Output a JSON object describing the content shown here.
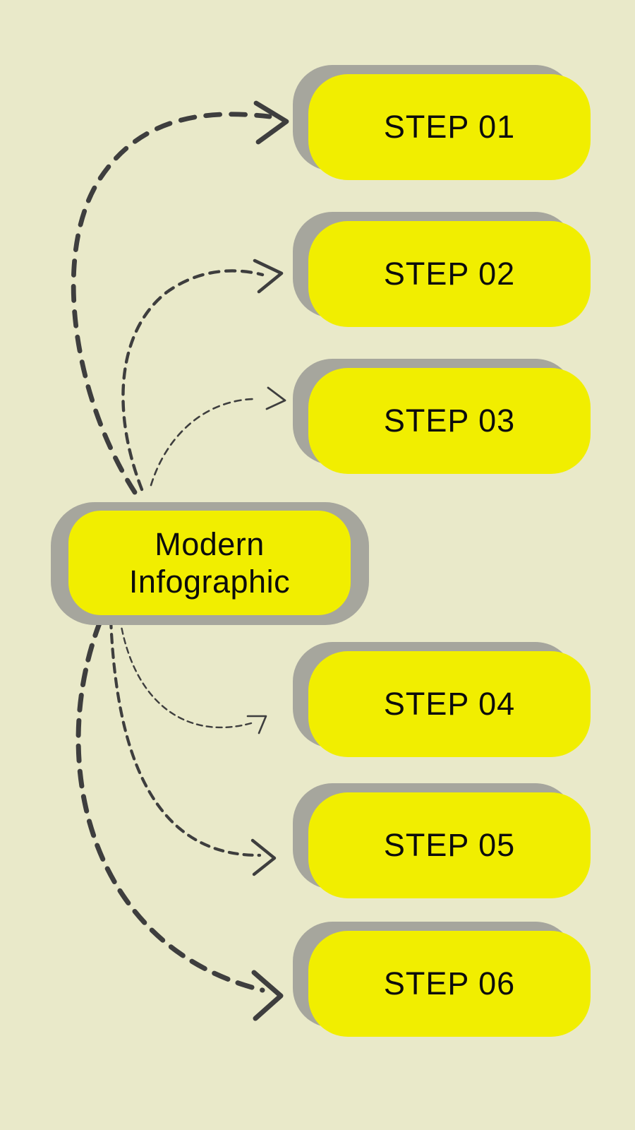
{
  "title": {
    "line1": "Modern",
    "line2": "Infographic"
  },
  "steps": [
    {
      "label": "STEP 01"
    },
    {
      "label": "STEP 02"
    },
    {
      "label": "STEP 03"
    },
    {
      "label": "STEP 04"
    },
    {
      "label": "STEP 05"
    },
    {
      "label": "STEP 06"
    }
  ],
  "icons": [
    "dashed-arrow-icon-step-01",
    "dashed-arrow-icon-step-02",
    "dashed-arrow-icon-step-03",
    "dashed-arrow-icon-step-04",
    "dashed-arrow-icon-step-05",
    "dashed-arrow-icon-step-06"
  ],
  "colors": {
    "background": "#e9e9c9",
    "box_fill": "#f1ee00",
    "shadow": "#a6a69d",
    "arrow": "#3e3e3e",
    "text": "#0c0c0c"
  }
}
